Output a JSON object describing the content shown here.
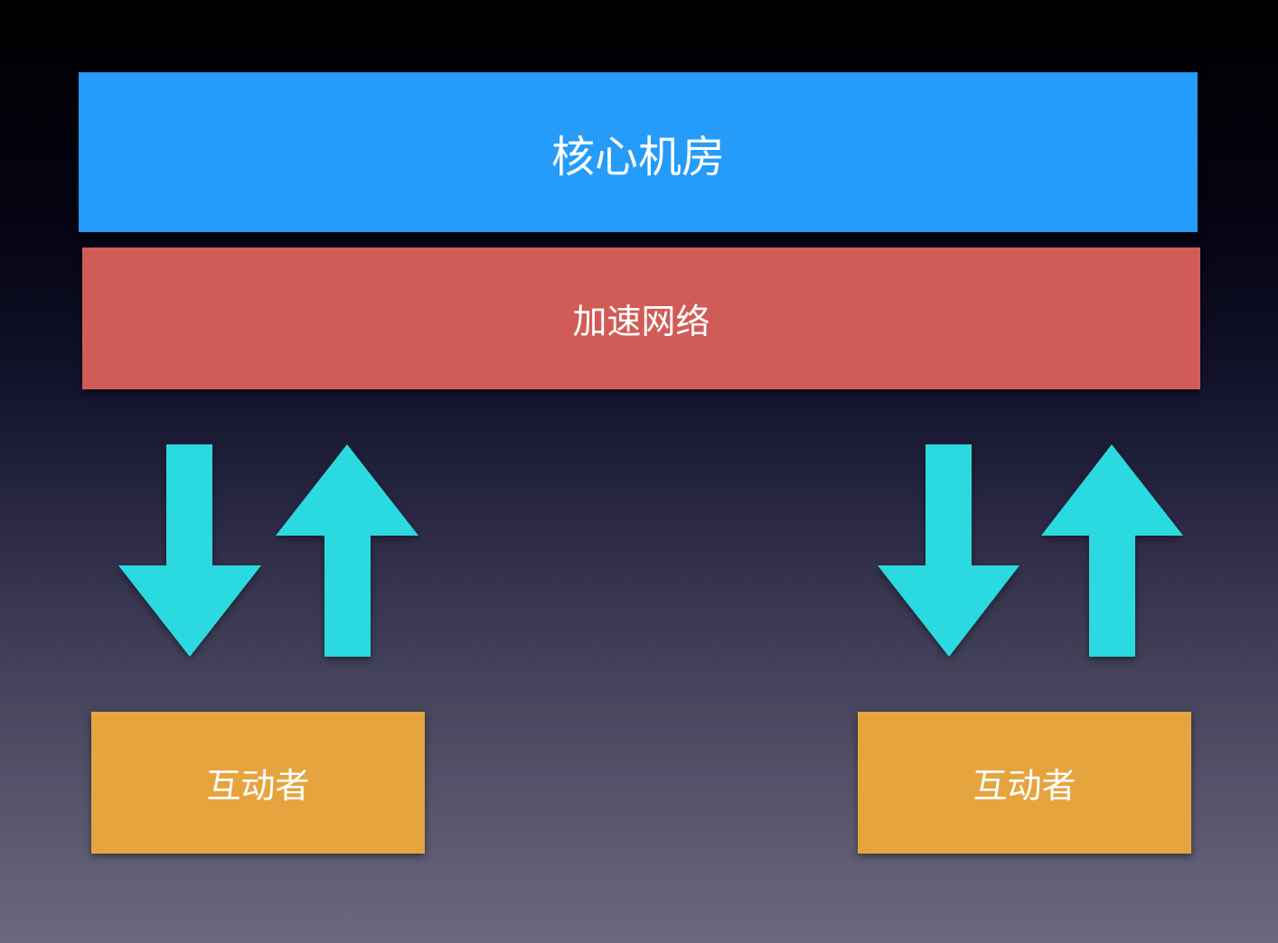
{
  "colors": {
    "core": "#259bfa",
    "network": "#d15c57",
    "arrow": "#2cdae0",
    "actor": "#e6a43f"
  },
  "core": {
    "label": "核心机房"
  },
  "network": {
    "label": "加速网络"
  },
  "actors": [
    {
      "label": "互动者"
    },
    {
      "label": "互动者"
    }
  ]
}
